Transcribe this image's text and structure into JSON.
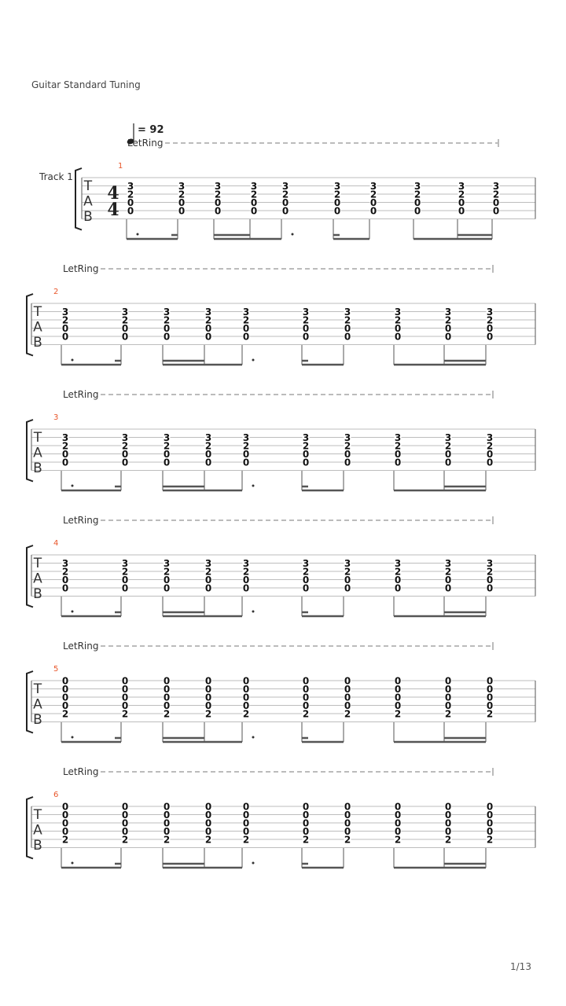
{
  "header": {
    "tuning_label": "Guitar Standard Tuning",
    "track_name": "Track 1",
    "tempo_prefix": "= ",
    "tempo": "92",
    "time_signature": {
      "top": "4",
      "bottom": "4"
    }
  },
  "footer": {
    "page_indicator": "1/13"
  },
  "tab_letters": [
    "T",
    "A",
    "B"
  ],
  "let_ring_label": "LetRing",
  "chord_patterns": {
    "A": [
      "",
      "3",
      "2",
      "0",
      "0",
      ""
    ],
    "B": [
      "0",
      "0",
      "0",
      "0",
      "2",
      ""
    ]
  },
  "measures": [
    {
      "number": "1",
      "pattern": "A"
    },
    {
      "number": "2",
      "pattern": "A"
    },
    {
      "number": "3",
      "pattern": "A"
    },
    {
      "number": "4",
      "pattern": "A"
    },
    {
      "number": "5",
      "pattern": "B"
    },
    {
      "number": "6",
      "pattern": "B"
    }
  ]
}
